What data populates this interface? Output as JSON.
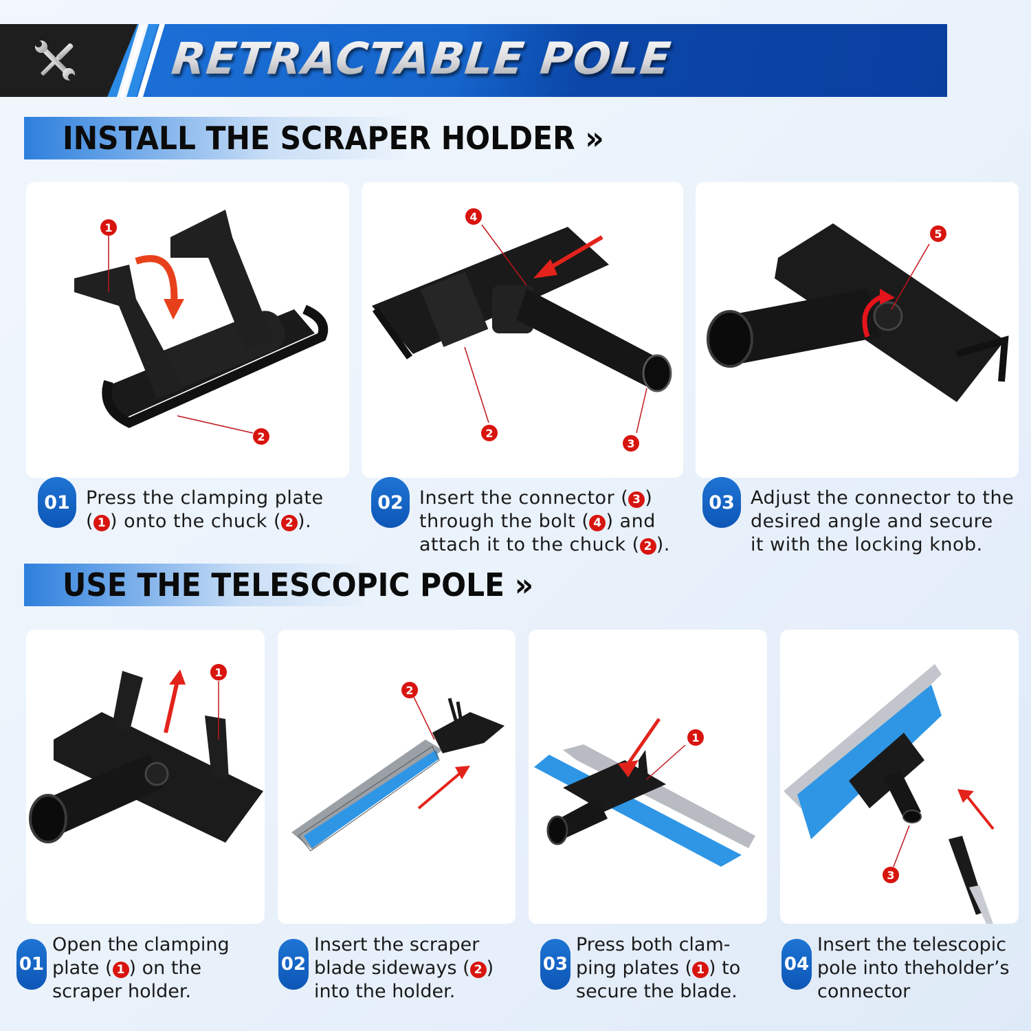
{
  "banner": {
    "icon": "wrench-screwdriver-icon",
    "title": "RETRACTABLE POLE",
    "colors": {
      "dark": "#1e1e1e",
      "blue": "#1565cc",
      "deep_blue": "#0a3fa0"
    }
  },
  "sections": [
    {
      "title": "INSTALL THE SCRAPER HOLDER »",
      "steps": [
        {
          "number": "01",
          "text_parts": [
            "Press the clamping plate\n(",
            "1",
            ") onto the chuck (",
            "2",
            ")."
          ],
          "image_callouts": [
            "1",
            "2"
          ],
          "image_desc": "Black clamping plate being pressed onto chuck, red curved arrow"
        },
        {
          "number": "02",
          "text_parts": [
            "Insert the connector (",
            "3",
            ")\nthrough the bolt (",
            "4",
            ") and\nattach it to the chuck (",
            "2",
            ")."
          ],
          "image_callouts": [
            "4",
            "2",
            "3"
          ],
          "image_desc": "Holder with connector tube and bolt, red arrow pointing at bolt"
        },
        {
          "number": "03",
          "text": "Adjust the connector to the\ndesired angle and secure\nit with the locking knob.",
          "image_callouts": [
            "5"
          ],
          "image_desc": "Holder with angled connector and locking knob, red rotation arrow"
        }
      ]
    },
    {
      "title": "USE THE TELESCOPIC POLE »",
      "steps": [
        {
          "number": "01",
          "text_parts": [
            "Open the clamping\nplate (",
            "1",
            ") on the\nscraper holder."
          ],
          "image_callouts": [
            "1"
          ],
          "image_desc": "Holder with clamping plates lifted, red up arrow"
        },
        {
          "number": "02",
          "text_parts": [
            "Insert the scraper\nblade sideways (",
            "2",
            ")\ninto the holder."
          ],
          "image_callouts": [
            "2"
          ],
          "image_desc": "Blue scraper blade slid sideways into holder, red arrow"
        },
        {
          "number": "03",
          "text_parts": [
            "Press both clam-\nping plates (",
            "1",
            ") to\nsecure the blade."
          ],
          "image_callouts": [
            "1"
          ],
          "image_desc": "Blade in holder with clamping plates pressed, red arrow"
        },
        {
          "number": "04",
          "text": "Insert the telescopic\npole into theholder’s\nconnector",
          "image_callouts": [
            "3"
          ],
          "image_desc": "Telescopic pole inserted into holder connector, red arrow"
        }
      ]
    }
  ],
  "colors": {
    "accent_blue": "#1565cc",
    "callout_red": "#d8140f",
    "blade_blue": "#2f96e6",
    "holder_black": "#151515"
  }
}
